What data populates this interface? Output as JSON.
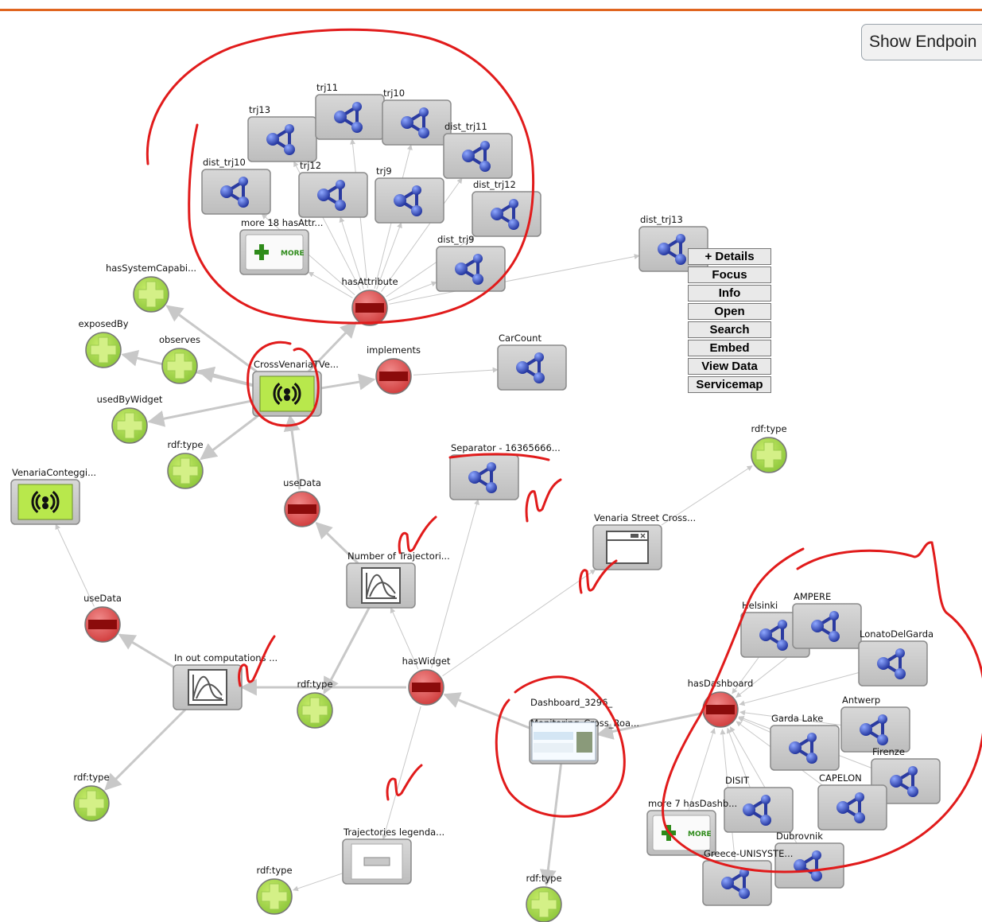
{
  "header": {
    "show_endpoints_label": "Show Endpoin"
  },
  "context_menu": {
    "items": [
      "+ Details",
      "Focus",
      "Info",
      "Open",
      "Search",
      "Embed",
      "View Data",
      "Servicemap"
    ]
  },
  "colors": {
    "accent": "#e0651f",
    "annotation": "#e11b1b",
    "edge": "#c8c8c8",
    "box": "#c9c9c9"
  },
  "graph": {
    "nodes": [
      {
        "id": "trj13",
        "type": "entity",
        "label": "trj13"
      },
      {
        "id": "trj11",
        "type": "entity",
        "label": "trj11"
      },
      {
        "id": "trj10",
        "type": "entity",
        "label": "trj10"
      },
      {
        "id": "dist_trj11",
        "type": "entity",
        "label": "dist_trj11"
      },
      {
        "id": "dist_trj10",
        "type": "entity",
        "label": "dist_trj10"
      },
      {
        "id": "trj12",
        "type": "entity",
        "label": "trj12"
      },
      {
        "id": "trj9",
        "type": "entity",
        "label": "trj9"
      },
      {
        "id": "dist_trj12",
        "type": "entity",
        "label": "dist_trj12"
      },
      {
        "id": "more18",
        "type": "more",
        "label": "more 18 hasAttr..."
      },
      {
        "id": "dist_trj9",
        "type": "entity",
        "label": "dist_trj9"
      },
      {
        "id": "dist_trj13",
        "type": "entity",
        "label": "dist_trj13"
      },
      {
        "id": "hasAttribute",
        "type": "pred-red",
        "label": "hasAttribute"
      },
      {
        "id": "hasSystemCapab",
        "type": "pred-green",
        "label": "hasSystemCapabi..."
      },
      {
        "id": "exposedBy",
        "type": "pred-green",
        "label": "exposedBy"
      },
      {
        "id": "observes",
        "type": "pred-green",
        "label": "observes"
      },
      {
        "id": "cross",
        "type": "sensor",
        "label": "CrossVenariaTVe..."
      },
      {
        "id": "implements",
        "type": "pred-red",
        "label": "implements"
      },
      {
        "id": "CarCount",
        "type": "entity",
        "label": "CarCount"
      },
      {
        "id": "usedByWidget",
        "type": "pred-green",
        "label": "usedByWidget"
      },
      {
        "id": "rdftype1",
        "type": "pred-green",
        "label": "rdf:type"
      },
      {
        "id": "venariaCont",
        "type": "sensor",
        "label": "VenariaConteggi..."
      },
      {
        "id": "useData1",
        "type": "pred-red",
        "label": "useData"
      },
      {
        "id": "separator",
        "type": "entity",
        "label": "Separator - 16365666..."
      },
      {
        "id": "rdftype2",
        "type": "pred-green",
        "label": "rdf:type"
      },
      {
        "id": "venariaStreet",
        "type": "window",
        "label": "Venaria Street Cross..."
      },
      {
        "id": "numberTraj",
        "type": "chart",
        "label": "Number of Trajectori..."
      },
      {
        "id": "useData2",
        "type": "pred-red",
        "label": "useData"
      },
      {
        "id": "inOut",
        "type": "chart",
        "label": "In out computations ..."
      },
      {
        "id": "rdftype3",
        "type": "pred-green",
        "label": "rdf:type"
      },
      {
        "id": "hasWidget",
        "type": "pred-red",
        "label": "hasWidget"
      },
      {
        "id": "dashboard",
        "type": "dashboard",
        "label": "Dashboard_3296_",
        "label2": "Monitoring_Cross_Roa..."
      },
      {
        "id": "rdftype4",
        "type": "pred-green",
        "label": "rdf:type"
      },
      {
        "id": "trajLegend",
        "type": "separator",
        "label": "Trajectories legenda..."
      },
      {
        "id": "rdftype5",
        "type": "pred-green",
        "label": "rdf:type"
      },
      {
        "id": "rdftype6",
        "type": "pred-green",
        "label": "rdf:type"
      },
      {
        "id": "hasDashboard",
        "type": "pred-red",
        "label": "hasDashboard"
      },
      {
        "id": "helsinki",
        "type": "entity",
        "label": "Helsinki"
      },
      {
        "id": "ampere",
        "type": "entity",
        "label": "AMPERE"
      },
      {
        "id": "lonato",
        "type": "entity",
        "label": "LonatoDelGarda"
      },
      {
        "id": "antwerp",
        "type": "entity",
        "label": "Antwerp"
      },
      {
        "id": "garda",
        "type": "entity",
        "label": "Garda Lake"
      },
      {
        "id": "firenze",
        "type": "entity",
        "label": "Firenze"
      },
      {
        "id": "capelon",
        "type": "entity",
        "label": "CAPELON"
      },
      {
        "id": "disit",
        "type": "entity",
        "label": "DISIT"
      },
      {
        "id": "more7",
        "type": "more",
        "label": "more 7 hasDashb..."
      },
      {
        "id": "dubrovnik",
        "type": "entity",
        "label": "Dubrovnik"
      },
      {
        "id": "greece",
        "type": "entity",
        "label": "Greece-UNISYSTE..."
      }
    ],
    "more_badge_text": "MORE"
  }
}
